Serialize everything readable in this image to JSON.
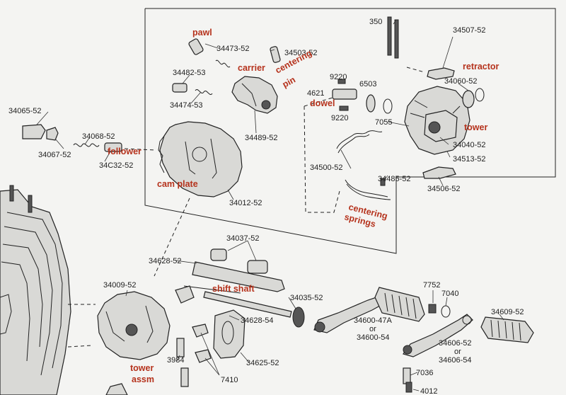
{
  "part_numbers": {
    "p350": "350",
    "p34507": "34507-52",
    "p34473": "34473-52",
    "p34503": "34503-52",
    "p34482": "34482-53",
    "p9220a": "9220",
    "p6503": "6503",
    "p4621": "4621",
    "p9220b": "9220",
    "p34474": "34474-53",
    "p34060": "34060-52",
    "p34489": "34489-52",
    "p7055": "7055",
    "p34065": "34065-52",
    "p34068": "34068-52",
    "p34067": "34067-52",
    "p34052": "34C32-52",
    "p34040": "34040-52",
    "p34513": "34513-52",
    "p34500": "34500-52",
    "p34485": "34485-52",
    "p34012": "34012-52",
    "p34506": "34506-52",
    "p34037": "34037-52",
    "p34628": "34628-52",
    "p34009": "34009-52",
    "p34035": "34035-52",
    "p7752": "7752",
    "p7040": "7040",
    "p34609": "34609-52",
    "p34628b": "34628-54",
    "p34600a": "34600-47A",
    "or1": "or",
    "p34600b": "34600-54",
    "p34606a": "34606-52",
    "or2": "or",
    "p34606b": "34606-54",
    "p3984": "3984",
    "p34625": "34625-52",
    "p7410": "7410",
    "p7036": "7036",
    "p4012": "4012"
  },
  "labels": {
    "pawl": "pawl",
    "carrier": "carrier",
    "centering": "centering",
    "pin": "pin",
    "retractor": "retractor",
    "dowel": "dowel",
    "tower": "tower",
    "follower": "follower",
    "cam_plate": "cam plate",
    "centering2": "centering",
    "springs": "springs",
    "shift_shaft": "shift shaft",
    "tower2": "tower",
    "assm": "assm"
  }
}
